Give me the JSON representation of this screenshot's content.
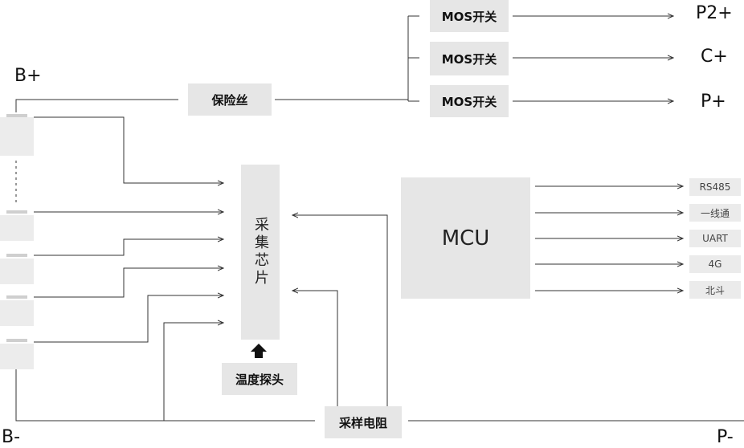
{
  "terminals": {
    "b_plus": "B+",
    "b_minus": "B-",
    "p2_plus": "P2+",
    "c_plus": "C+",
    "p_plus": "P+",
    "p_minus": "P-"
  },
  "blocks": {
    "fuse": "保险丝",
    "mos_switch_1": "MOS开关",
    "mos_switch_2": "MOS开关",
    "mos_switch_3": "MOS开关",
    "acquisition_chip": "采集芯片",
    "temperature_probe": "温度探头",
    "sampling_resistor": "采样电阻",
    "mcu": "MCU"
  },
  "interfaces": [
    "RS485",
    "一线通",
    "UART",
    "4G",
    "北斗"
  ],
  "colors": {
    "box_fill": "#e6e6e6",
    "line": "#333333",
    "background": "#ffffff"
  }
}
